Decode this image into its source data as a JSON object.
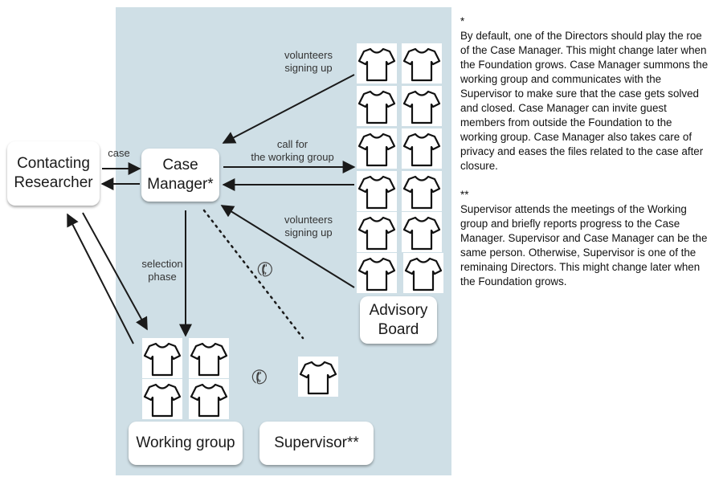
{
  "nodes": {
    "contacting_researcher": "Contacting\nResearcher",
    "case_manager": "Case\nManager*",
    "advisory_board": "Advisory\nBoard",
    "working_group": "Working group",
    "supervisor": "Supervisor**"
  },
  "edge_labels": {
    "case": "case",
    "volunteers_top": "volunteers\nsigning up",
    "call_for": "call for\nthe working group",
    "volunteers_bottom": "volunteers\nsigning up",
    "selection_phase": "selection\nphase"
  },
  "icons": {
    "member": "t-shirt-icon",
    "phone": "phone-icon"
  },
  "colors": {
    "panel": "#cfdfe6",
    "arrow": "#1a1a1a"
  },
  "notes": {
    "note1_marker": "*",
    "note1_text": "By default, one of the Directors should play the roe of the Case Manager. This might change later when the Foundation grows. Case Manager summons the working group and communicates with the Supervisor to make sure that the case gets solved and closed. Case Manager can invite guest members from outside the Foundation to the working group. Case Manager also takes care of privacy and eases the files related to the case after closure.",
    "note2_marker": "**",
    "note2_text": "Supervisor attends the meetings of the Working group and briefly reports progress to the Case Manager. Supervisor and Case Manager can be the same person. Otherwise, Supervisor is one of the reminaing Directors. This might change later when the Foundation grows."
  }
}
